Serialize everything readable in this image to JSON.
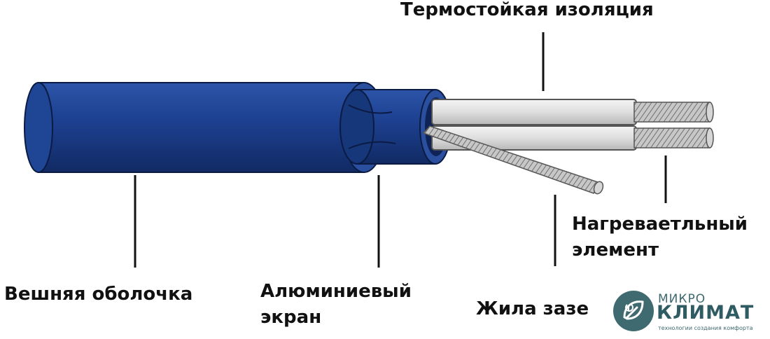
{
  "labels": {
    "insulation": "Термостойкая изоляция",
    "sheath": "Вешняя оболочка",
    "aluminum_line1": "Алюминиевый",
    "aluminum_line2": "экран",
    "heating_line1": "Нагреваетльный",
    "heating_line2": "элемент",
    "ground": "Жила зазе"
  },
  "logo": {
    "top": "МИКРО",
    "main": "КЛИМАТ",
    "tagline": "технологии создания комфорта"
  },
  "colors": {
    "sheath": "#1c3f8e",
    "sheath_dark": "#122b66",
    "insulation": "#e1e1e1",
    "wire": "#a9a9a9",
    "logo_teal": "#3e6a70"
  }
}
